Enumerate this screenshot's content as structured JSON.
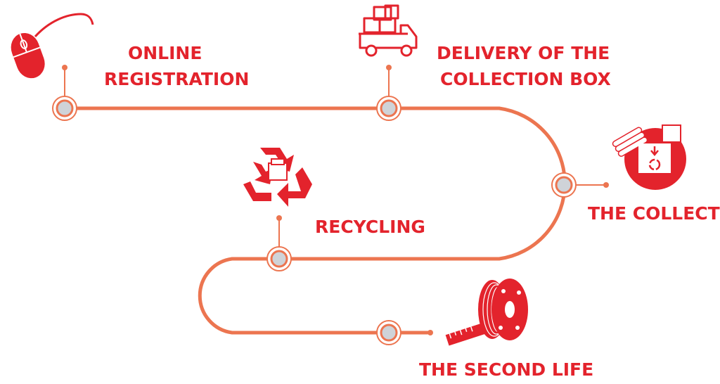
{
  "colors": {
    "accent": "#e3232c",
    "path": "#ec7550",
    "node_fill": "#cfd3d8"
  },
  "steps": [
    {
      "id": "online-registration",
      "lines": [
        "ONLINE",
        "REGISTRATION"
      ],
      "icon": "computer-mouse-icon"
    },
    {
      "id": "delivery",
      "lines": [
        "DELIVERY OF THE",
        "COLLECTION BOX"
      ],
      "icon": "delivery-truck-icon"
    },
    {
      "id": "collection",
      "lines": [
        "THE COLLECTION"
      ],
      "icon": "collection-box-icon"
    },
    {
      "id": "recycling",
      "lines": [
        "RECYCLING"
      ],
      "icon": "recycling-symbol-icon"
    },
    {
      "id": "second-life",
      "lines": [
        "THE SECOND LIFE"
      ],
      "icon": "filament-spool-icon"
    }
  ]
}
